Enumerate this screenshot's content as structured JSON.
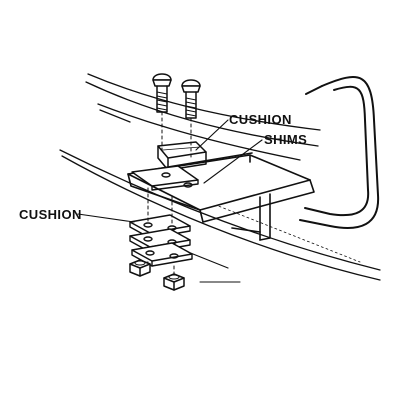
{
  "labels": {
    "cushion_upper": "CUSHION",
    "shims": "SHIMS",
    "cushion_lower": "CUSHION"
  },
  "colors": {
    "ink": "#111111",
    "background": "#ffffff"
  }
}
